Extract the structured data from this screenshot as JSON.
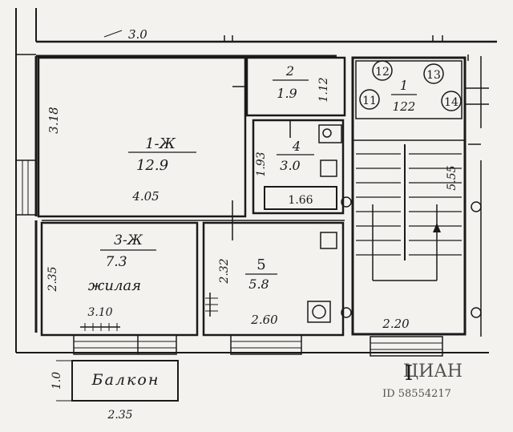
{
  "outer": {
    "top_length": "3.0",
    "left_height": "3.18"
  },
  "rooms": [
    {
      "id": "1-Ж",
      "area": "12.9",
      "width": "4.05"
    },
    {
      "id": "2",
      "area": "1.9",
      "height": "1.12"
    },
    {
      "id": "4",
      "area": "3.0",
      "height": "1.93",
      "width": "1.66"
    },
    {
      "id": "3-Ж",
      "area": "7.3",
      "label": "жилая",
      "height": "2.35",
      "width": "3.10"
    },
    {
      "id": "5",
      "area": "5.8",
      "height": "2.32",
      "width": "2.60"
    }
  ],
  "stair": {
    "id": "1",
    "area": "122",
    "height": "5.55",
    "width": "2.20",
    "markers": [
      "12",
      "13",
      "11",
      "14"
    ],
    "roman": "I"
  },
  "balcony": {
    "label": "Балкон",
    "depth": "1.0",
    "width": "2.35"
  },
  "watermark": {
    "line1": "ЦИАН",
    "line2": "ID 58554217"
  }
}
